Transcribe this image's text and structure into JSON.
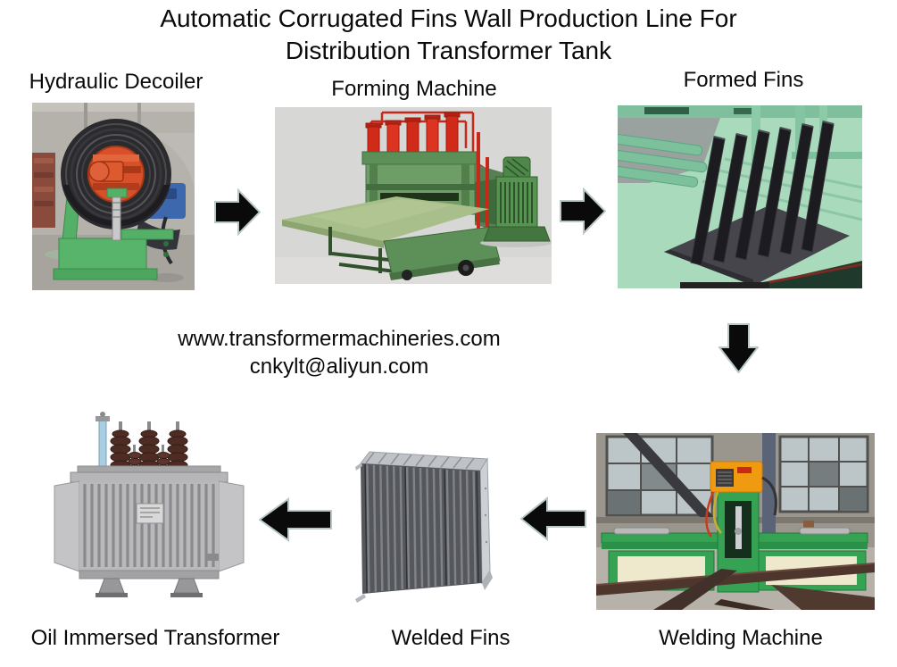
{
  "title": {
    "line1": "Automatic Corrugated Fins Wall Production Line For",
    "line2": "Distribution Transformer Tank"
  },
  "contact": {
    "website": "www.transformermachineries.com",
    "email": "cnkylt@aliyun.com"
  },
  "stages": [
    {
      "id": "hydraulic-decoiler",
      "label": "Hydraulic Decoiler",
      "row": "top",
      "order": 1
    },
    {
      "id": "forming-machine",
      "label": "Forming Machine",
      "row": "top",
      "order": 2
    },
    {
      "id": "formed-fins",
      "label": "Formed Fins",
      "row": "top",
      "order": 3
    },
    {
      "id": "welding-machine",
      "label": "Welding Machine",
      "row": "bottom",
      "order": 4
    },
    {
      "id": "welded-fins",
      "label": "Welded Fins",
      "row": "bottom",
      "order": 5
    },
    {
      "id": "oil-immersed-transformer",
      "label": "Oil Immersed Transformer",
      "row": "bottom",
      "order": 6
    }
  ],
  "arrows": [
    {
      "from": "hydraulic-decoiler",
      "to": "forming-machine",
      "direction": "right"
    },
    {
      "from": "forming-machine",
      "to": "formed-fins",
      "direction": "right"
    },
    {
      "from": "formed-fins",
      "to": "welding-machine",
      "direction": "down"
    },
    {
      "from": "welding-machine",
      "to": "welded-fins",
      "direction": "left"
    },
    {
      "from": "welded-fins",
      "to": "oil-immersed-transformer",
      "direction": "left"
    }
  ],
  "colors": {
    "background": "#ffffff",
    "text": "#0a0a0a",
    "arrow_fill": "#0a0a0a",
    "arrow_outline": "#b9c7c7",
    "machine_green": "#4fae5e",
    "mint_green": "#a9dabb",
    "welder_orange": "#f09a12",
    "coil_mandrel_orange": "#d8502a",
    "cylinder_red": "#d22a18"
  }
}
